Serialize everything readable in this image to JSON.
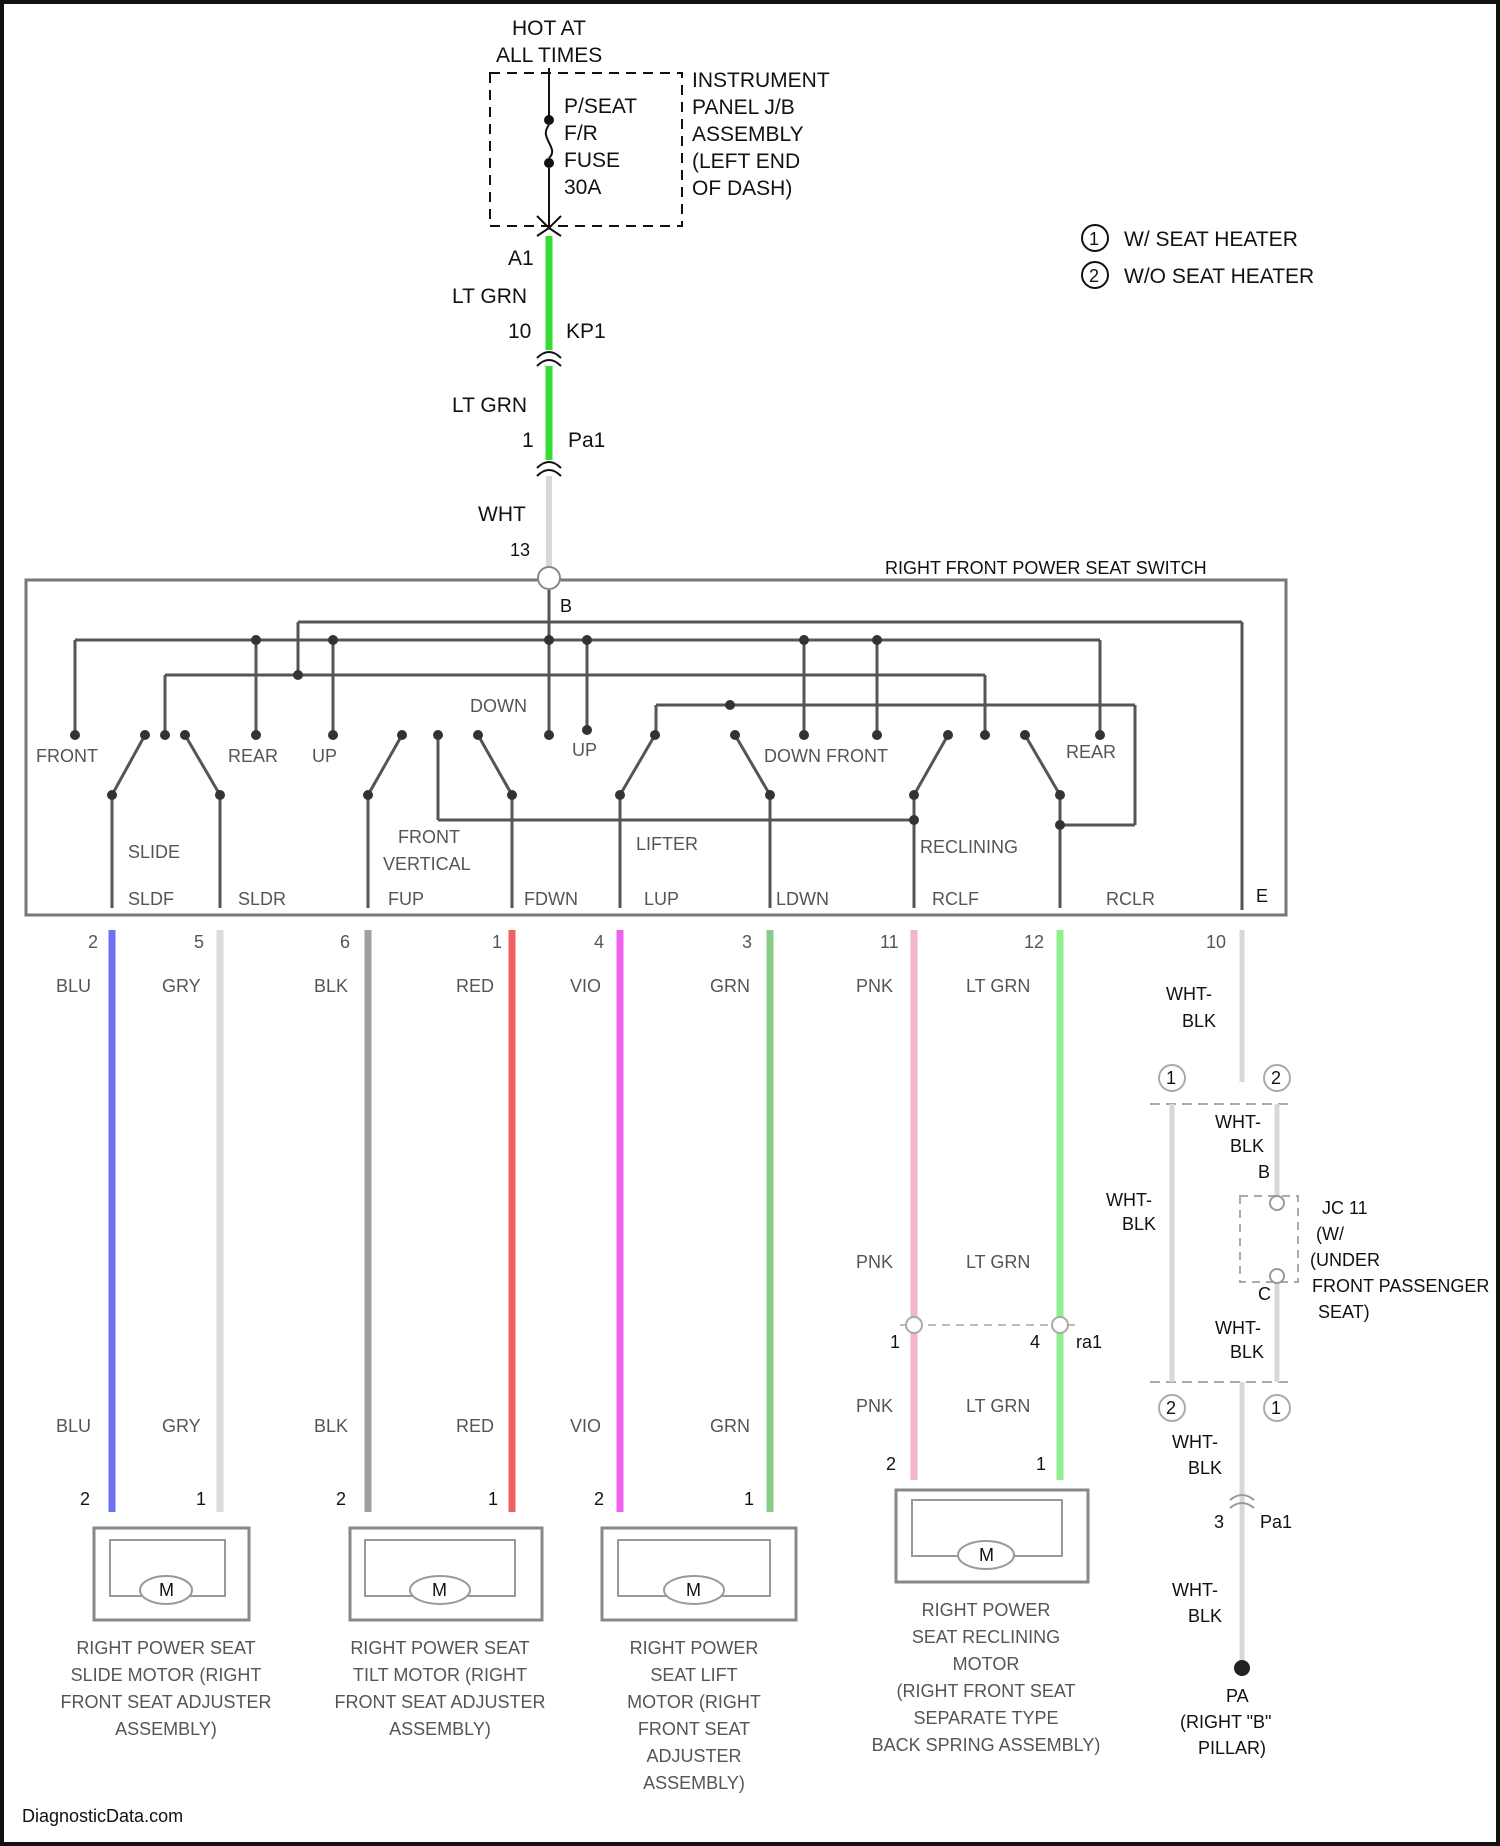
{
  "supply": {
    "line1": "HOT AT",
    "line2": "ALL TIMES"
  },
  "fuse": {
    "line1": "P/SEAT",
    "line2": "F/R",
    "line3": "FUSE",
    "line4": "30A"
  },
  "junction_block": {
    "line1": "INSTRUMENT",
    "line2": "PANEL J/B",
    "line3": "ASSEMBLY",
    "line4": "(LEFT END",
    "line5": "OF DASH)"
  },
  "legend": {
    "item1_num": "1",
    "item1_text": "W/ SEAT HEATER",
    "item2_num": "2",
    "item2_text": "W/O SEAT HEATER"
  },
  "feed": {
    "pin_a1": "A1",
    "wire1": "LT GRN",
    "kp1_pin": "10",
    "kp1": "KP1",
    "wire2": "LT GRN",
    "pa1_pin": "1",
    "pa1": "Pa1",
    "wire3": "WHT",
    "switch_pin": "13"
  },
  "switch": {
    "title": "RIGHT FRONT POWER SEAT SWITCH",
    "pin_b": "B",
    "pin_e": "E",
    "contacts": {
      "front": "FRONT",
      "rear1": "REAR",
      "up1": "UP",
      "down1": "DOWN",
      "up2": "UP",
      "down_front": "DOWN FRONT",
      "rear2": "REAR"
    },
    "groups": {
      "slide": "SLIDE",
      "front_vertical_1": "FRONT",
      "front_vertical_2": "VERTICAL",
      "lifter": "LIFTER",
      "reclining": "RECLINING"
    },
    "terminals": [
      "SLDF",
      "SLDR",
      "FUP",
      "FDWN",
      "LUP",
      "LDWN",
      "RCLF",
      "RCLR"
    ]
  },
  "pins_top": [
    "2",
    "5",
    "6",
    "1",
    "4",
    "3",
    "11",
    "12",
    "10"
  ],
  "wires_top": [
    "BLU",
    "GRY",
    "BLK",
    "RED",
    "VIO",
    "GRN",
    "PNK",
    "LT GRN"
  ],
  "wires_bottom": [
    "BLU",
    "GRY",
    "BLK",
    "RED",
    "VIO",
    "GRN",
    "PNK",
    "LT GRN"
  ],
  "recliner_mid_wires": [
    "PNK",
    "LT GRN"
  ],
  "connector_ra1": {
    "pin_l": "1",
    "pin_r": "4",
    "name": "ra1"
  },
  "ground_path": {
    "wire1_a": "WHT-",
    "wire1_b": "BLK",
    "opt1": "1",
    "opt2": "2",
    "wire2_a": "WHT-",
    "wire2_b": "BLK",
    "pin_b": "B",
    "side_a": "WHT-",
    "side_b": "BLK",
    "jc_line1": "JC 11",
    "jc_line2": "(W/",
    "jc_line3": "(UNDER",
    "jc_line4": "FRONT PASSENGER",
    "jc_line5": "SEAT)",
    "pin_c": "C",
    "wire3_a": "WHT-",
    "wire3_b": "BLK",
    "opt1b": "2",
    "opt2b": "1",
    "wire4_a": "WHT-",
    "wire4_b": "BLK",
    "pa1_pin": "3",
    "pa1": "Pa1",
    "wire5_a": "WHT-",
    "wire5_b": "BLK",
    "ground": "PA",
    "ground_loc1": "(RIGHT \"B\"",
    "ground_loc2": "PILLAR)"
  },
  "motors": [
    {
      "pin_l": "2",
      "pin_r": "1",
      "symbol": "M",
      "l1": "RIGHT POWER SEAT",
      "l2": "SLIDE MOTOR (RIGHT",
      "l3": "FRONT SEAT ADJUSTER",
      "l4": "ASSEMBLY)",
      "l5": "",
      "l6": ""
    },
    {
      "pin_l": "2",
      "pin_r": "1",
      "symbol": "M",
      "l1": "RIGHT POWER SEAT",
      "l2": "TILT MOTOR (RIGHT",
      "l3": "FRONT SEAT ADJUSTER",
      "l4": "ASSEMBLY)",
      "l5": "",
      "l6": ""
    },
    {
      "pin_l": "2",
      "pin_r": "1",
      "symbol": "M",
      "l1": "RIGHT POWER",
      "l2": "SEAT LIFT",
      "l3": "MOTOR (RIGHT",
      "l4": "FRONT SEAT",
      "l5": "ADJUSTER",
      "l6": "ASSEMBLY)"
    },
    {
      "pin_l": "2",
      "pin_r": "1",
      "symbol": "M",
      "l1": "RIGHT POWER",
      "l2": "SEAT RECLINING",
      "l3": "MOTOR",
      "l4": "(RIGHT FRONT SEAT",
      "l5": "SEPARATE TYPE",
      "l6": "BACK SPRING ASSEMBLY)"
    }
  ],
  "watermark": "DiagnosticData.com",
  "colors": {
    "lt_grn": "#33dd33",
    "blu": "#6f6ff2",
    "gry": "#dcdcdc",
    "blk": "#a0a0a0",
    "red": "#f06060",
    "vio": "#f060f0",
    "grn": "#88cc88",
    "pnk": "#f2b6c8",
    "lt_grn_light": "#8ef08e",
    "wht": "#d8d8d8"
  }
}
